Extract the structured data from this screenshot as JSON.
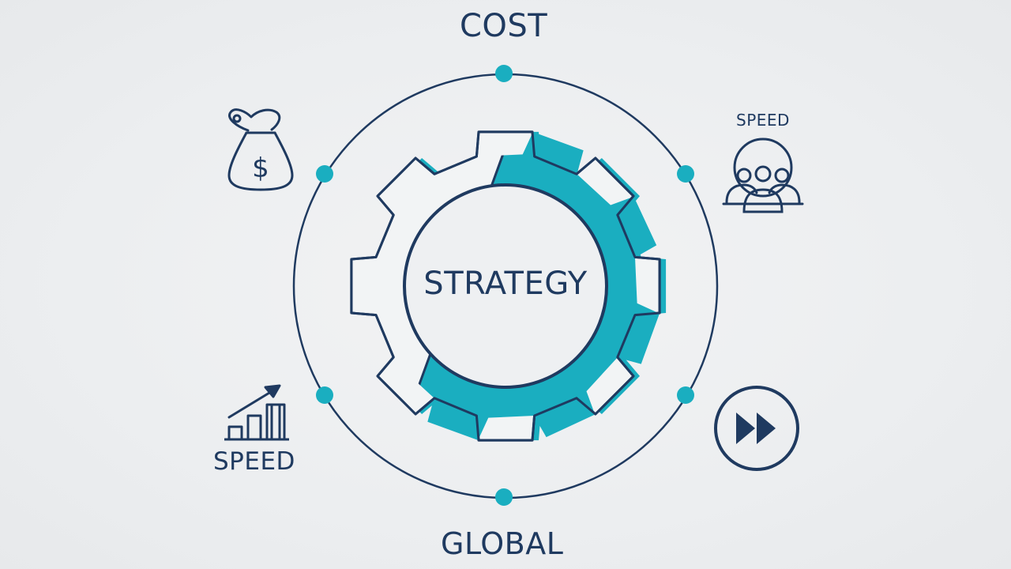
{
  "diagram": {
    "labels": {
      "top": "COST",
      "bottom": "GLOBAL",
      "right_top": "SPEED",
      "left_bottom": "SPEED",
      "center": "STRATEGY"
    },
    "icons": {
      "left_top": "money-bag-icon",
      "right_top": "team-icon",
      "left_bottom": "growth-chart-icon",
      "right_bottom": "fast-forward-icon",
      "center": "gear-icon"
    },
    "colors": {
      "navy": "#1f3a60",
      "teal": "#1aaec0",
      "background": "#eceef0"
    }
  }
}
